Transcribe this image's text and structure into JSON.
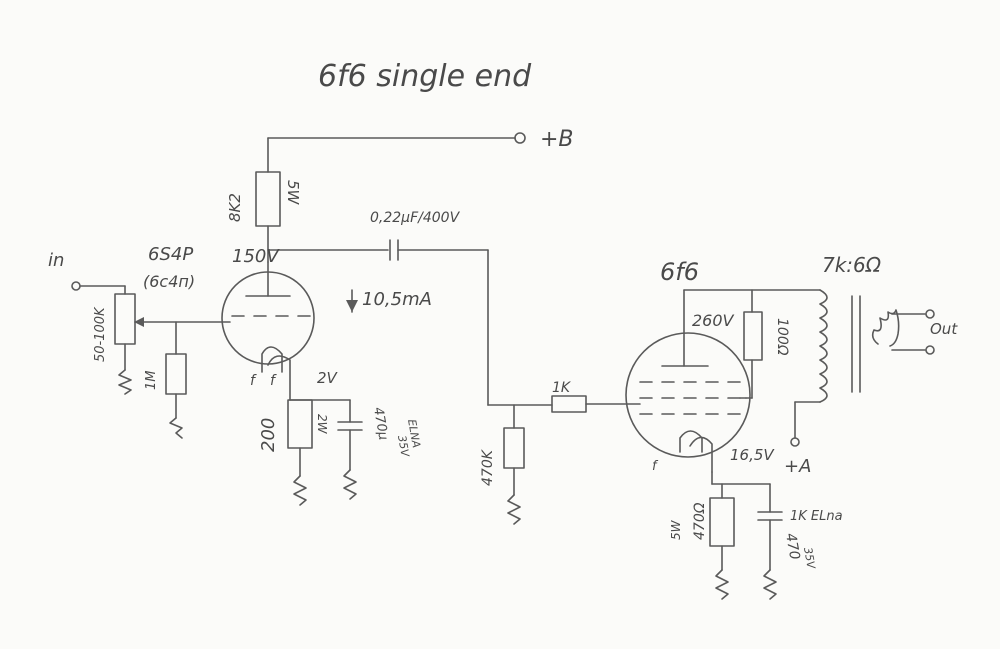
{
  "title": "6f6 single end",
  "supply": {
    "label": "+B"
  },
  "input": {
    "label": "in"
  },
  "output": {
    "label": "Out",
    "terminal": "+A"
  },
  "stage1": {
    "tube": "6S4P",
    "tube_alt": "(6c4п)",
    "plate_voltage": "150V",
    "plate_current": "10,5mA",
    "plate_resistor": "8K2",
    "plate_resistor_power": "5W",
    "pot": "50-100K",
    "grid_resistor": "1M",
    "cathode_resistor": "200",
    "cathode_resistor_power": "2W",
    "cathode_voltage": "2V",
    "cathode_cap": "470µ",
    "cathode_cap_voltage": "35V",
    "cathode_cap_brand": "ELNA",
    "heater_f1": "f",
    "heater_f2": "f"
  },
  "coupling": {
    "cap": "0,22µF/400V"
  },
  "stage2": {
    "tube": "6f6",
    "plate_voltage": "260V",
    "screen_resistor": "100Ω",
    "grid_stopper": "1K",
    "grid_resistor": "470K",
    "cathode_voltage": "16,5V",
    "cathode_resistor": "470Ω",
    "cathode_resistor_power": "5W",
    "cathode_cap": "470",
    "cathode_cap_voltage": "35V",
    "cathode_cap_brand": "1K ELna",
    "heater_f": "f"
  },
  "transformer": {
    "ratio": "7k:6Ω"
  }
}
